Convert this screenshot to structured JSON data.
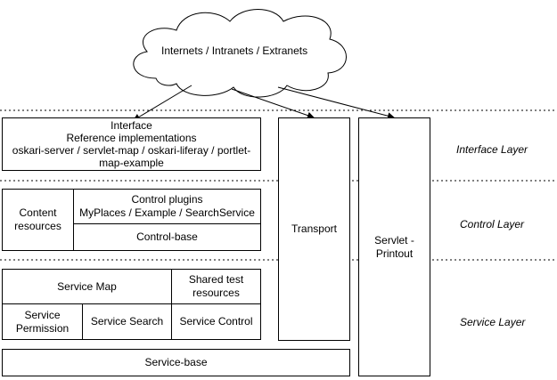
{
  "cloud": {
    "label": "Internets / Intranets / Extranets"
  },
  "interface_box": {
    "lines": [
      "Interface",
      "Reference implementations",
      "oskari-server / servlet-map / oskari-liferay / portlet-",
      "map-example"
    ]
  },
  "control": {
    "content_resources": [
      "Content",
      "resources"
    ],
    "control_plugins": [
      "Control plugins",
      "MyPlaces / Example / SearchService"
    ],
    "control_base": "Control-base"
  },
  "service": {
    "service_map": "Service Map",
    "shared_test_resources": [
      "Shared test",
      "resources"
    ],
    "service_permission": [
      "Service",
      "Permission"
    ],
    "service_search": "Service Search",
    "service_control": "Service Control",
    "service_base": "Service-base"
  },
  "transport": "Transport",
  "servlet_printout": [
    "Servlet -",
    "Printout"
  ],
  "layers": {
    "interface": "Interface Layer",
    "control": "Control Layer",
    "service": "Service Layer"
  }
}
